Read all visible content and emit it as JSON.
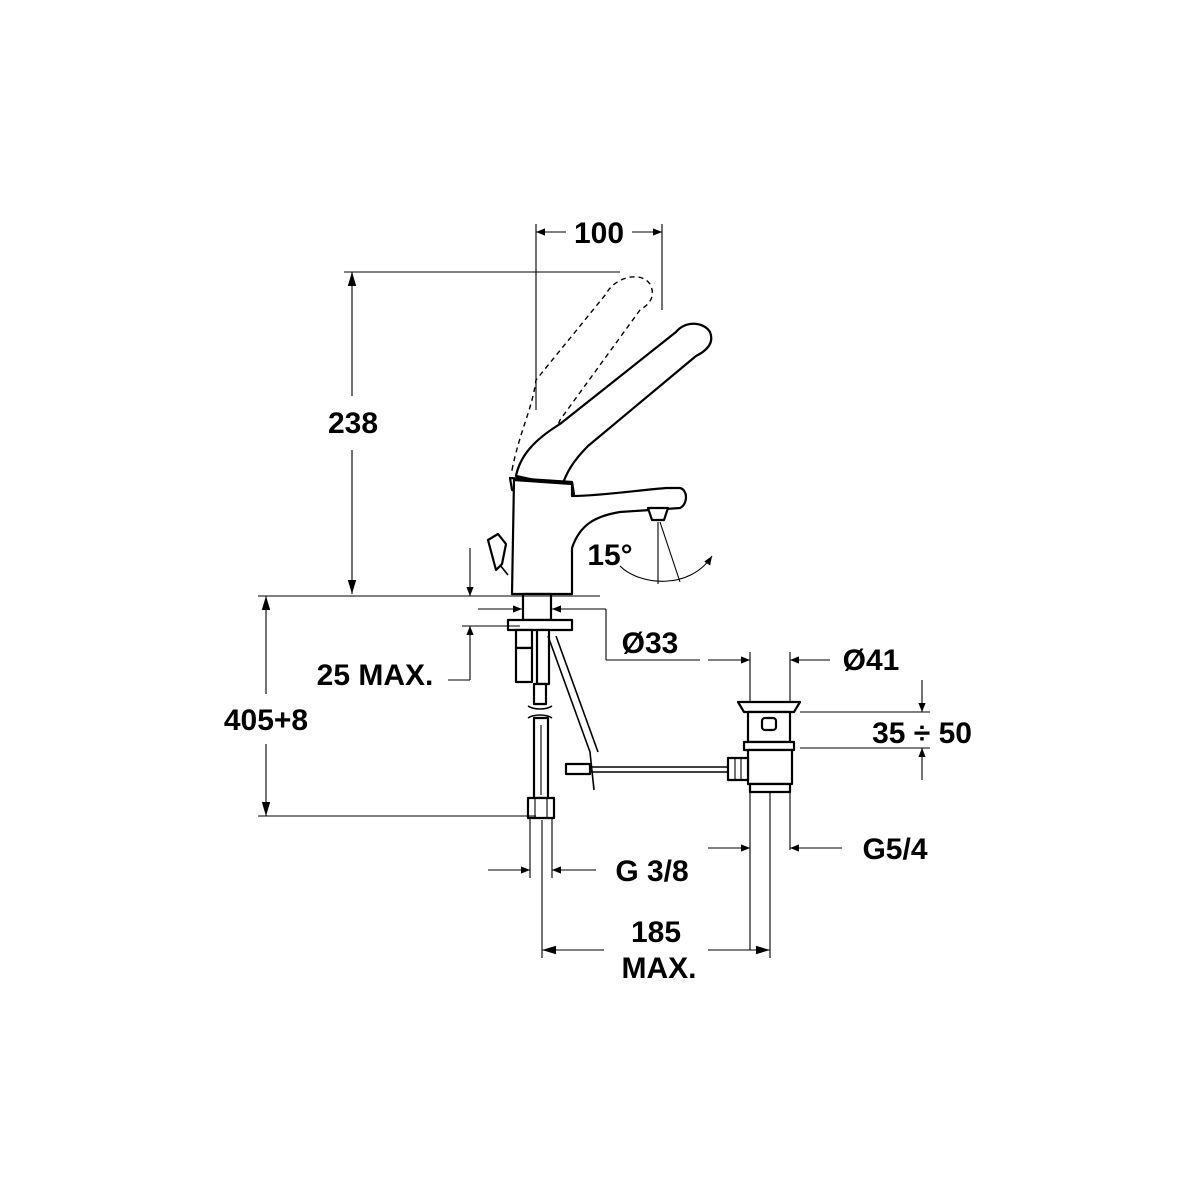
{
  "dimensions": {
    "spout_reach": "100",
    "height": "238",
    "spout_angle": "15°",
    "body_diameter": "Ø33",
    "deck_thickness": "25 MAX.",
    "connection_length": "405+8",
    "waste_diameter": "Ø41",
    "waste_range": "35 ÷ 50",
    "waste_thread": "G5/4",
    "supply_thread": "G 3/8",
    "waste_distance_value": "185",
    "waste_distance_suffix": "MAX."
  }
}
